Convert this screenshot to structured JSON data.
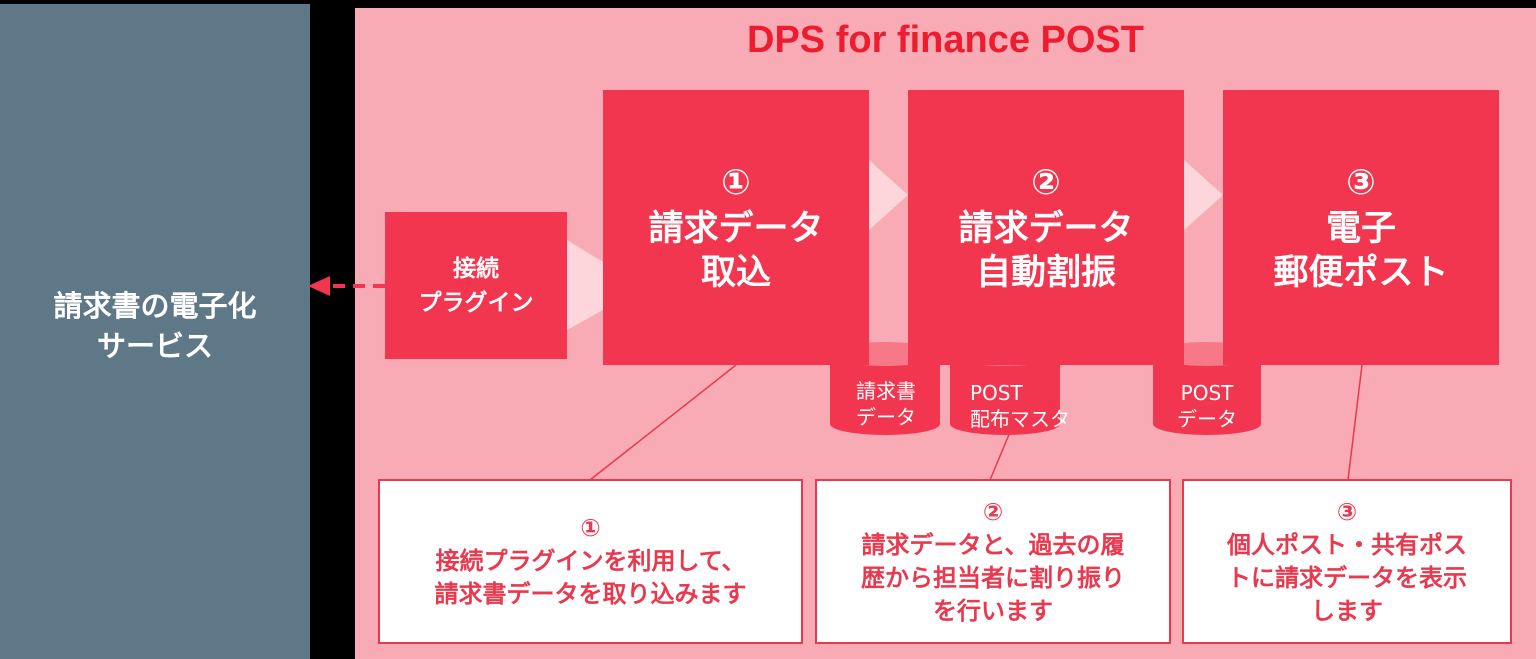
{
  "left_panel": {
    "label": "請求書の電子化\nサービス"
  },
  "title": "DPS for finance POST",
  "plugin": {
    "label": "接続\nプラグイン"
  },
  "steps": [
    {
      "num": "①",
      "label": "請求データ\n取込"
    },
    {
      "num": "②",
      "label": "請求データ\n自動割振"
    },
    {
      "num": "③",
      "label": "電子\n郵便ポスト"
    }
  ],
  "databases": [
    {
      "label": "請求書\nデータ"
    },
    {
      "label": "POST\n配布マスタ"
    },
    {
      "label": "POST\nデータ"
    }
  ],
  "notes": [
    {
      "num": "①",
      "text": "接続プラグインを利用して、\n請求書データを取り込みます"
    },
    {
      "num": "②",
      "text": "請求データと、過去の履\n歴から担当者に割り振り\nを行います"
    },
    {
      "num": "③",
      "text": "個人ポスト・共有ポス\nトに請求データを表示\nします"
    }
  ],
  "colors": {
    "left_panel": "#5f7888",
    "background": "#f9abb5",
    "accent": "#f2364f",
    "title": "#ed1c2e",
    "chevron": "#fdd6db"
  }
}
